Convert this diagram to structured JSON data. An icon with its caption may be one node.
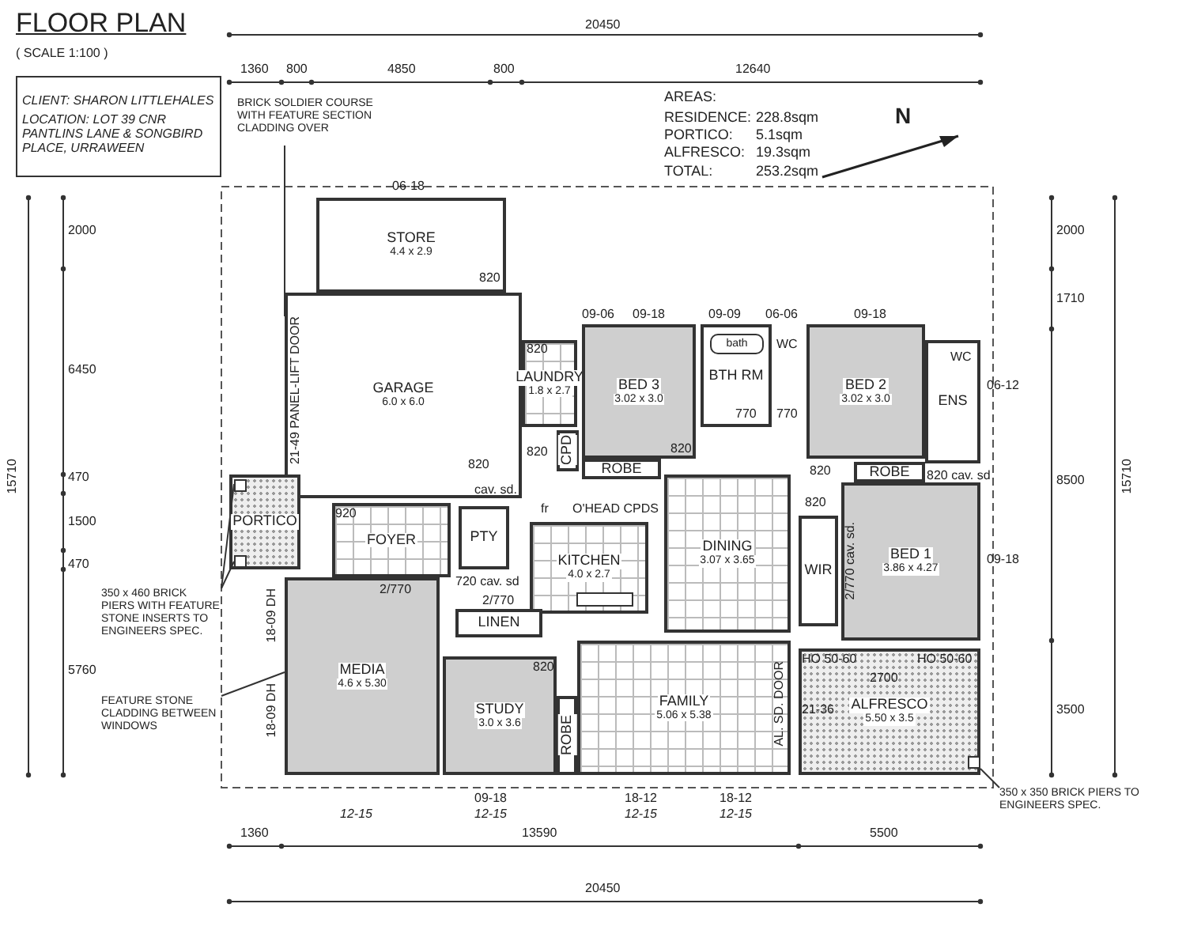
{
  "diagram": {
    "title": "FLOOR PLAN",
    "nodes": [
      {
        "text": [
          "CLIENT: SHARON LITTLEHALES",
          "LOCATION: LOT 39 CNR PANTLINS LANE & SONGBIRD PLACE, URRAWEEN"
        ]
      },
      {
        "text": [
          "STORE",
          "4.4 x 2.9"
        ]
      },
      {
        "text": [
          "GARAGE",
          "6.0 x 6.0"
        ]
      },
      {
        "text": [
          "LAUNDRY",
          "1.8 x 2.7"
        ]
      },
      {
        "text": [
          "BED 3",
          "3.02 x 3.0"
        ]
      },
      {
        "text": [
          "ROBE"
        ]
      },
      {
        "text": [
          "BTH RM"
        ]
      },
      {
        "text": [
          "bath"
        ],
        "in": 6
      },
      {
        "text": [
          "BED 2",
          "3.02 x 3.0"
        ]
      },
      {
        "text": [
          "ENS"
        ]
      },
      {
        "text": [
          "ROBE"
        ]
      },
      {
        "text": [
          "CPD"
        ]
      },
      {
        "text": [
          "PORTICO"
        ]
      },
      {
        "text": [
          "FOYER"
        ]
      },
      {
        "text": [
          "PTY"
        ]
      },
      {
        "text": [
          "KITCHEN",
          "4.0 x 2.7"
        ]
      },
      {
        "text": [
          "DINING",
          "3.07 x 3.65"
        ]
      },
      {
        "text": [
          "WIR"
        ]
      },
      {
        "text": [
          "BED 1",
          "3.86 x 4.27"
        ]
      },
      {
        "text": [
          "LINEN"
        ]
      },
      {
        "text": [
          "MEDIA",
          "4.6 x 5.30"
        ]
      },
      {
        "text": [
          "STUDY",
          "3.0 x 3.6"
        ]
      },
      {
        "text": [
          "ROBE"
        ]
      },
      {
        "text": [
          "FAMILY",
          "5.06 x 5.38"
        ]
      },
      {
        "text": [
          "ALFRESCO",
          "5.50 x 3.5"
        ]
      },
      {
        "text": [
          "BRICK SOLDIER COURSE WITH FEATURE SECTION CLADDING OVER"
        ]
      },
      {
        "text": [
          "350 x 460 BRICK PIERS WITH FEATURE STONE INSERTS TO ENGINEERS SPEC."
        ]
      },
      {
        "text": [
          "FEATURE STONE CLADDING BETWEEN WINDOWS"
        ]
      },
      {
        "text": [
          "350 x 350 BRICK PIERS TO ENGINEERS SPEC."
        ]
      },
      {
        "text": [],
        "shape": "box",
        "in": 24
      },
      {
        "text": [],
        "shape": "box",
        "in": 12
      },
      {
        "text": [],
        "shape": "box",
        "in": 12
      }
    ],
    "edges": [
      {
        "from": 25,
        "to": 2,
        "arrow": "none"
      },
      {
        "from": 26,
        "to": 30,
        "arrow": "none"
      },
      {
        "from": 26,
        "to": 31,
        "arrow": "none"
      },
      {
        "from": 27,
        "to": 20,
        "arrow": "none"
      },
      {
        "from": 28,
        "to": 29,
        "arrow": "none"
      }
    ],
    "labels": [
      "( SCALE 1:100 )",
      "20450",
      "1360",
      "800",
      "4850",
      "800",
      "12640",
      "AREAS:",
      "RESIDENCE:",
      "228.8sqm",
      "PORTICO:",
      "5.1sqm",
      "ALFRESCO:",
      "19.3sqm",
      "TOTAL:",
      "253.2sqm",
      "N",
      "15710",
      "2000",
      "6450",
      "470",
      "1500",
      "470",
      "5760",
      "2000",
      "1710",
      "8500",
      "3500",
      "15710",
      "06-18",
      "820",
      "21-49 PANEL-LIFT DOOR",
      "09-06",
      "09-18",
      "820",
      "820",
      "820",
      "09-09",
      "06-06",
      "WC",
      "770",
      "770",
      "09-18",
      "WC",
      "06-12",
      "820",
      "820 cav. sd",
      "820",
      "09-18",
      "2/770 cav. sd.",
      "820",
      "cav. sd.",
      "720 cav. sd",
      "fr",
      "O'HEAD CPDS",
      "920",
      "2/770",
      "2/770",
      "820",
      "18-09 DH",
      "18-09 DH",
      "AL. SD. DOOR",
      "HO 50-60",
      "2700",
      "HO 50-60",
      "21-36",
      "12-15",
      "09-18",
      "12-15",
      "18-12",
      "12-15",
      "18-12",
      "12-15",
      "1360",
      "13590",
      "5500",
      "20450"
    ]
  }
}
